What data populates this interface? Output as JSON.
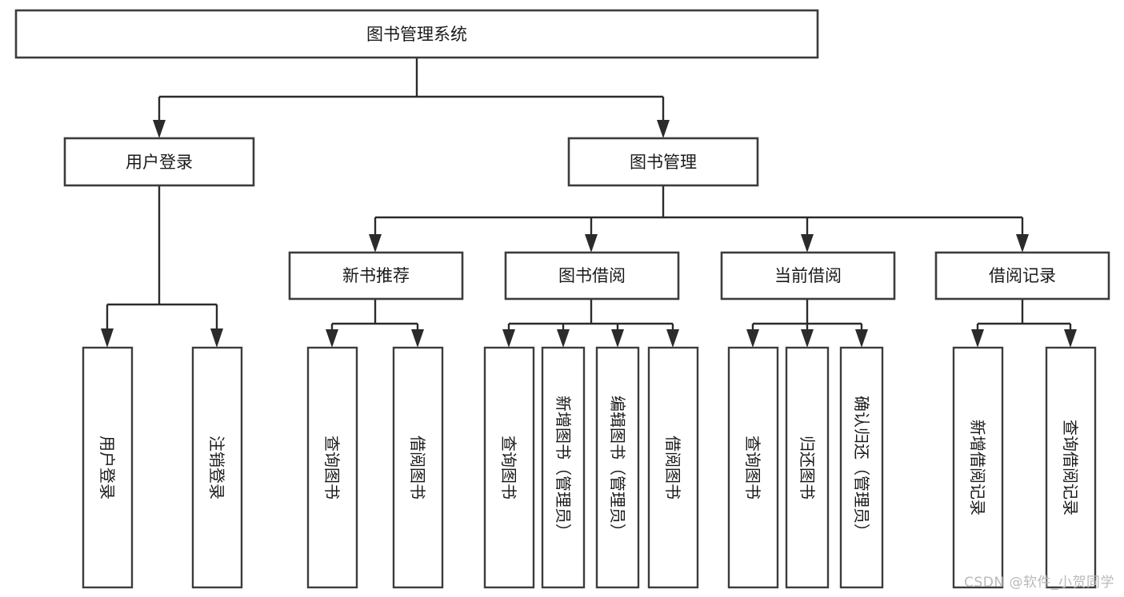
{
  "diagram": {
    "type": "tree",
    "title": "图书管理系统",
    "watermark": "CSDN @软件_小贺同学",
    "root": {
      "id": "root",
      "label": "图书管理系统"
    },
    "level2": [
      {
        "id": "user-login",
        "label": "用户登录"
      },
      {
        "id": "book-management",
        "label": "图书管理"
      }
    ],
    "level3": [
      {
        "id": "new-book-recommend",
        "label": "新书推荐",
        "parent": "book-management"
      },
      {
        "id": "book-borrow",
        "label": "图书借阅",
        "parent": "book-management"
      },
      {
        "id": "current-borrow",
        "label": "当前借阅",
        "parent": "book-management"
      },
      {
        "id": "borrow-record",
        "label": "借阅记录",
        "parent": "book-management"
      }
    ],
    "leaves": [
      {
        "id": "leaf-user-login",
        "label": "用户登录",
        "parent": "user-login"
      },
      {
        "id": "leaf-logout",
        "label": "注销登录",
        "parent": "user-login"
      },
      {
        "id": "leaf-query-book-1",
        "label": "查询图书",
        "parent": "new-book-recommend"
      },
      {
        "id": "leaf-borrow-book-1",
        "label": "借阅图书",
        "parent": "new-book-recommend"
      },
      {
        "id": "leaf-query-book-2",
        "label": "查询图书",
        "parent": "book-borrow"
      },
      {
        "id": "leaf-add-book",
        "label": "新增图书（管理员）",
        "parent": "book-borrow"
      },
      {
        "id": "leaf-edit-book",
        "label": "编辑图书（管理员）",
        "parent": "book-borrow"
      },
      {
        "id": "leaf-borrow-book-2",
        "label": "借阅图书",
        "parent": "book-borrow"
      },
      {
        "id": "leaf-query-book-3",
        "label": "查询图书",
        "parent": "current-borrow"
      },
      {
        "id": "leaf-return-book",
        "label": "归还图书",
        "parent": "current-borrow"
      },
      {
        "id": "leaf-confirm-return",
        "label": "确认归还（管理员）",
        "parent": "current-borrow"
      },
      {
        "id": "leaf-add-record",
        "label": "新增借阅记录",
        "parent": "borrow-record"
      },
      {
        "id": "leaf-query-record",
        "label": "查询借阅记录",
        "parent": "borrow-record"
      }
    ],
    "colors": {
      "box_stroke": "#3c3c3c",
      "connector": "#2b2b2b",
      "text": "#1a1a1a",
      "background": "#ffffff",
      "watermark": "#b9b9b9"
    }
  }
}
